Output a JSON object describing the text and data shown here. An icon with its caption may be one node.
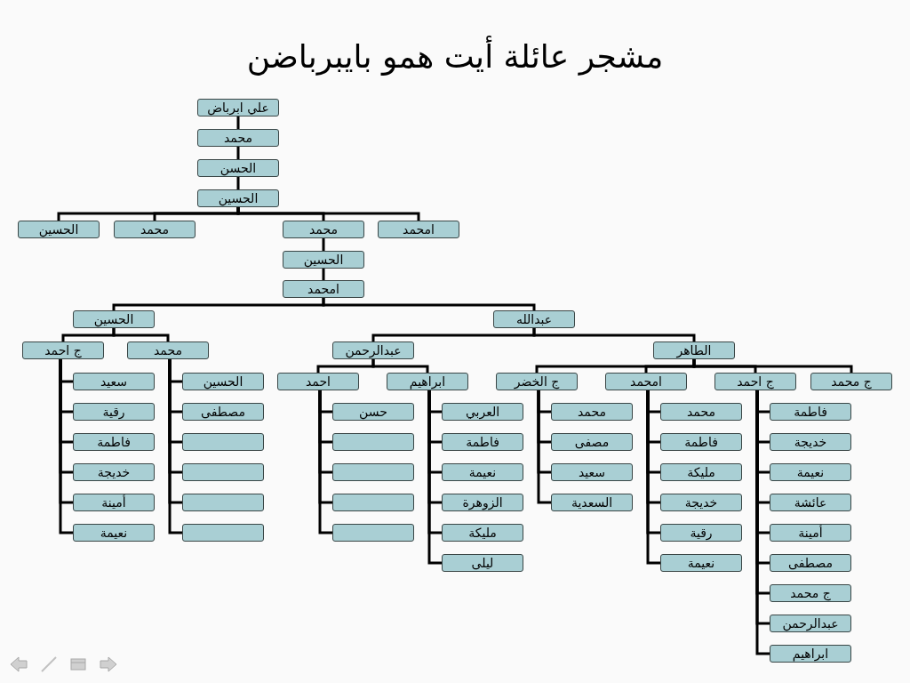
{
  "diagram": {
    "title": "مشجر عائلة أيت همو بايبرباضن",
    "nodes": [
      {
        "text": [
          "علي ابرباض"
        ]
      },
      {
        "text": [
          "محمد"
        ]
      },
      {
        "text": [
          "الحسن"
        ]
      },
      {
        "text": [
          "الحسين"
        ]
      },
      {
        "text": [
          "الحسين"
        ]
      },
      {
        "text": [
          "محمد"
        ]
      },
      {
        "text": [
          "محمد"
        ]
      },
      {
        "text": [
          "امحمد"
        ]
      },
      {
        "text": [
          "الحسين"
        ]
      },
      {
        "text": [
          "امحمد"
        ]
      },
      {
        "text": [
          "الحسين"
        ]
      },
      {
        "text": [
          "عبدالله"
        ]
      },
      {
        "text": [
          "ج احمد"
        ]
      },
      {
        "text": [
          "محمد"
        ]
      },
      {
        "text": [
          "عبدالرحمن"
        ]
      },
      {
        "text": [
          "الطاهر"
        ]
      },
      {
        "text": [
          "احمد"
        ]
      },
      {
        "text": [
          "ابراهيم"
        ]
      },
      {
        "text": [
          "ج الخضر"
        ]
      },
      {
        "text": [
          "امحمد"
        ]
      },
      {
        "text": [
          "ج احمد"
        ]
      },
      {
        "text": [
          "ج محمد"
        ]
      },
      {
        "text": [
          "سعيد"
        ]
      },
      {
        "text": [
          "رقية"
        ]
      },
      {
        "text": [
          "فاطمة"
        ]
      },
      {
        "text": [
          "خديجة"
        ]
      },
      {
        "text": [
          "أمينة"
        ]
      },
      {
        "text": [
          "نعيمة"
        ]
      },
      {
        "text": [
          "الحسين"
        ]
      },
      {
        "text": [
          "مصطفى"
        ]
      },
      {
        "text": [],
        "shape": "box"
      },
      {
        "text": [],
        "shape": "box"
      },
      {
        "text": [],
        "shape": "box"
      },
      {
        "text": [],
        "shape": "box"
      },
      {
        "text": [
          "حسن"
        ]
      },
      {
        "text": [],
        "shape": "box"
      },
      {
        "text": [],
        "shape": "box"
      },
      {
        "text": [],
        "shape": "box"
      },
      {
        "text": [],
        "shape": "box"
      },
      {
        "text": [
          "العربي"
        ]
      },
      {
        "text": [
          "فاطمة"
        ]
      },
      {
        "text": [
          "نعيمة"
        ]
      },
      {
        "text": [
          "الزوهرة"
        ]
      },
      {
        "text": [
          "مليكة"
        ]
      },
      {
        "text": [
          "ليلى"
        ]
      },
      {
        "text": [
          "محمد"
        ]
      },
      {
        "text": [
          "مصفى"
        ]
      },
      {
        "text": [
          "سعيد"
        ]
      },
      {
        "text": [
          "السعدية"
        ]
      },
      {
        "text": [
          "محمد"
        ]
      },
      {
        "text": [
          "فاطمة"
        ]
      },
      {
        "text": [
          "مليكة"
        ]
      },
      {
        "text": [
          "خديجة"
        ]
      },
      {
        "text": [
          "رقية"
        ]
      },
      {
        "text": [
          "نعيمة"
        ]
      },
      {
        "text": [
          "فاطمة"
        ]
      },
      {
        "text": [
          "خديجة"
        ]
      },
      {
        "text": [
          "نعيمة"
        ]
      },
      {
        "text": [
          "عائشة"
        ]
      },
      {
        "text": [
          "أمينة"
        ]
      },
      {
        "text": [
          "مصطفى"
        ]
      },
      {
        "text": [
          "ج محمد"
        ]
      },
      {
        "text": [
          "عبدالرحمن"
        ]
      },
      {
        "text": [
          "ابراهيم"
        ]
      }
    ],
    "edges": [
      {
        "from": 0,
        "to": 1,
        "arrow": "none"
      },
      {
        "from": 1,
        "to": 2,
        "arrow": "none"
      },
      {
        "from": 2,
        "to": 3,
        "arrow": "none"
      },
      {
        "from": 3,
        "to": 4,
        "arrow": "none"
      },
      {
        "from": 3,
        "to": 5,
        "arrow": "none"
      },
      {
        "from": 3,
        "to": 6,
        "arrow": "none"
      },
      {
        "from": 3,
        "to": 7,
        "arrow": "none"
      },
      {
        "from": 6,
        "to": 8,
        "arrow": "none"
      },
      {
        "from": 8,
        "to": 9,
        "arrow": "none"
      },
      {
        "from": 9,
        "to": 10,
        "arrow": "none"
      },
      {
        "from": 9,
        "to": 11,
        "arrow": "none"
      },
      {
        "from": 10,
        "to": 12,
        "arrow": "none"
      },
      {
        "from": 10,
        "to": 13,
        "arrow": "none"
      },
      {
        "from": 11,
        "to": 14,
        "arrow": "none"
      },
      {
        "from": 11,
        "to": 15,
        "arrow": "none"
      },
      {
        "from": 14,
        "to": 16,
        "arrow": "none"
      },
      {
        "from": 14,
        "to": 17,
        "arrow": "none"
      },
      {
        "from": 15,
        "to": 18,
        "arrow": "none"
      },
      {
        "from": 15,
        "to": 19,
        "arrow": "none"
      },
      {
        "from": 15,
        "to": 20,
        "arrow": "none"
      },
      {
        "from": 15,
        "to": 21,
        "arrow": "none"
      },
      {
        "from": 12,
        "to": 22,
        "arrow": "none"
      },
      {
        "from": 12,
        "to": 23,
        "arrow": "none"
      },
      {
        "from": 12,
        "to": 24,
        "arrow": "none"
      },
      {
        "from": 12,
        "to": 25,
        "arrow": "none"
      },
      {
        "from": 12,
        "to": 26,
        "arrow": "none"
      },
      {
        "from": 12,
        "to": 27,
        "arrow": "none"
      },
      {
        "from": 13,
        "to": 28,
        "arrow": "none"
      },
      {
        "from": 13,
        "to": 29,
        "arrow": "none"
      },
      {
        "from": 13,
        "to": 30,
        "arrow": "none"
      },
      {
        "from": 13,
        "to": 31,
        "arrow": "none"
      },
      {
        "from": 13,
        "to": 32,
        "arrow": "none"
      },
      {
        "from": 13,
        "to": 33,
        "arrow": "none"
      },
      {
        "from": 16,
        "to": 34,
        "arrow": "none"
      },
      {
        "from": 16,
        "to": 35,
        "arrow": "none"
      },
      {
        "from": 16,
        "to": 36,
        "arrow": "none"
      },
      {
        "from": 16,
        "to": 37,
        "arrow": "none"
      },
      {
        "from": 16,
        "to": 38,
        "arrow": "none"
      },
      {
        "from": 17,
        "to": 39,
        "arrow": "none"
      },
      {
        "from": 17,
        "to": 40,
        "arrow": "none"
      },
      {
        "from": 17,
        "to": 41,
        "arrow": "none"
      },
      {
        "from": 17,
        "to": 42,
        "arrow": "none"
      },
      {
        "from": 17,
        "to": 43,
        "arrow": "none"
      },
      {
        "from": 17,
        "to": 44,
        "arrow": "none"
      },
      {
        "from": 18,
        "to": 45,
        "arrow": "none"
      },
      {
        "from": 18,
        "to": 46,
        "arrow": "none"
      },
      {
        "from": 18,
        "to": 47,
        "arrow": "none"
      },
      {
        "from": 18,
        "to": 48,
        "arrow": "none"
      },
      {
        "from": 19,
        "to": 49,
        "arrow": "none"
      },
      {
        "from": 19,
        "to": 50,
        "arrow": "none"
      },
      {
        "from": 19,
        "to": 51,
        "arrow": "none"
      },
      {
        "from": 19,
        "to": 52,
        "arrow": "none"
      },
      {
        "from": 19,
        "to": 53,
        "arrow": "none"
      },
      {
        "from": 19,
        "to": 54,
        "arrow": "none"
      },
      {
        "from": 20,
        "to": 55,
        "arrow": "none"
      },
      {
        "from": 20,
        "to": 56,
        "arrow": "none"
      },
      {
        "from": 20,
        "to": 57,
        "arrow": "none"
      },
      {
        "from": 20,
        "to": 58,
        "arrow": "none"
      },
      {
        "from": 20,
        "to": 59,
        "arrow": "none"
      },
      {
        "from": 20,
        "to": 60,
        "arrow": "none"
      },
      {
        "from": 20,
        "to": 61,
        "arrow": "none"
      },
      {
        "from": 20,
        "to": 62,
        "arrow": "none"
      },
      {
        "from": 20,
        "to": 63,
        "arrow": "none"
      }
    ]
  }
}
